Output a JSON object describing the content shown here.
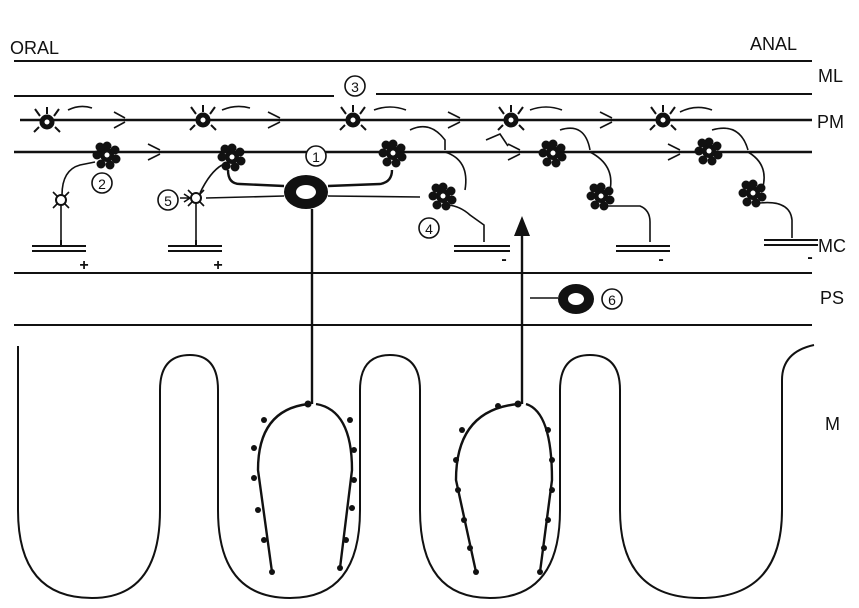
{
  "labels": {
    "oral": "ORAL",
    "anal": "ANAL",
    "ml": "ML",
    "pm": "PM",
    "mc": "MC",
    "ps": "PS",
    "m": "M"
  },
  "numbers": {
    "n1": "1",
    "n2": "2",
    "n3": "3",
    "n4": "4",
    "n5": "5",
    "n6": "6"
  },
  "signs": {
    "plus": "+",
    "minus": "-"
  }
}
